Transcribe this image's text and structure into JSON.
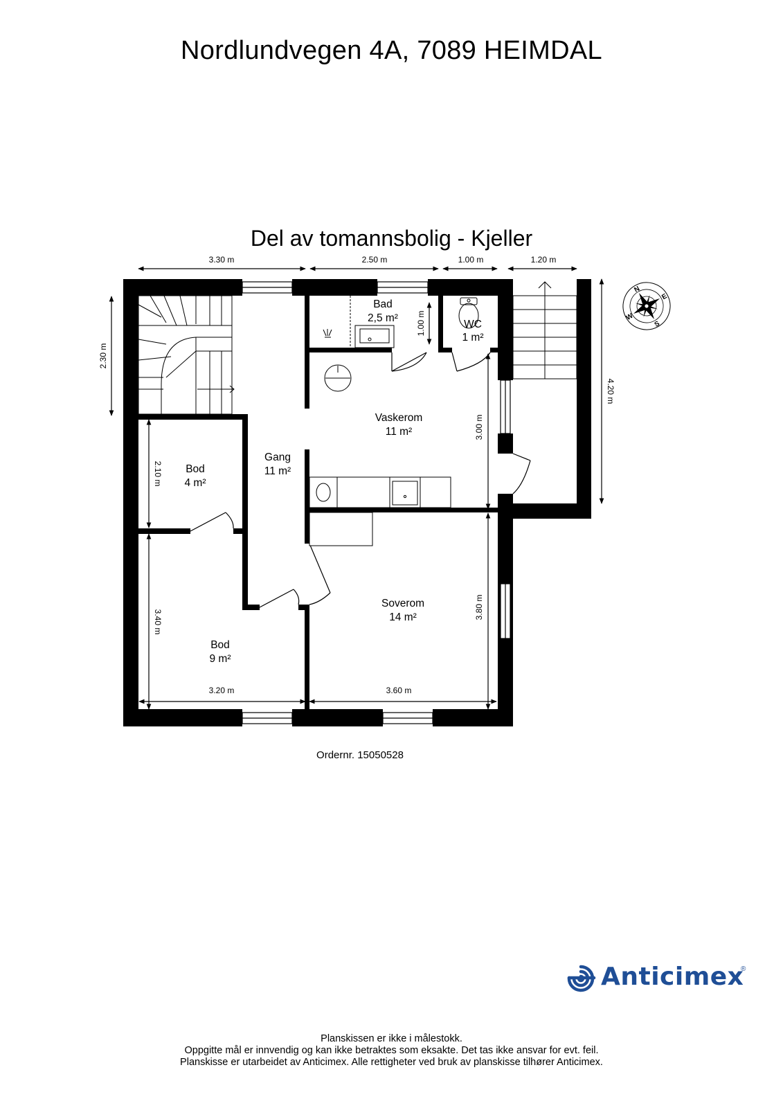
{
  "header": {
    "address": "Nordlundvegen 4A, 7089 HEIMDAL",
    "plan_title": "Del av tomannsbolig - Kjeller"
  },
  "rooms": {
    "bad": {
      "name": "Bad",
      "area": "2,5 m²"
    },
    "wc": {
      "name": "WC",
      "area": "1 m²"
    },
    "vaskerom": {
      "name": "Vaskerom",
      "area": "11 m²"
    },
    "gang": {
      "name": "Gang",
      "area": "11 m²"
    },
    "bod_small": {
      "name": "Bod",
      "area": "4 m²"
    },
    "bod_large": {
      "name": "Bod",
      "area": "9 m²"
    },
    "soverom": {
      "name": "Soverom",
      "area": "14 m²"
    }
  },
  "dimensions": {
    "top_1": "3.30 m",
    "top_2": "2.50 m",
    "top_3": "1.00 m",
    "top_4": "1.20 m",
    "left_stair": "2.30 m",
    "right_total": "4.20 m",
    "bad_depth": "1.00 m",
    "vaskerom_depth": "3.00 m",
    "bod_small_depth": "2.10 m",
    "bod_large_depth": "3.40 m",
    "soverom_depth": "3.80 m",
    "bod_large_width": "3.20 m",
    "soverom_width": "3.60 m"
  },
  "compass": {
    "n": "N",
    "e": "E",
    "s": "S",
    "w": "W"
  },
  "order": "Ordernr. 15050528",
  "logo": {
    "name": "Anticimex",
    "reg": "®",
    "color": "#1f4e96"
  },
  "footer": {
    "line1": "Planskissen er ikke i målestokk.",
    "line2": "Oppgitte mål er innvendig og kan ikke betraktes som eksakte. Det tas ikke ansvar for evt. feil.",
    "line3": "Planskisse er utarbeidet av Anticimex. Alle rettigheter ved bruk av planskisse tilhører Anticimex."
  }
}
